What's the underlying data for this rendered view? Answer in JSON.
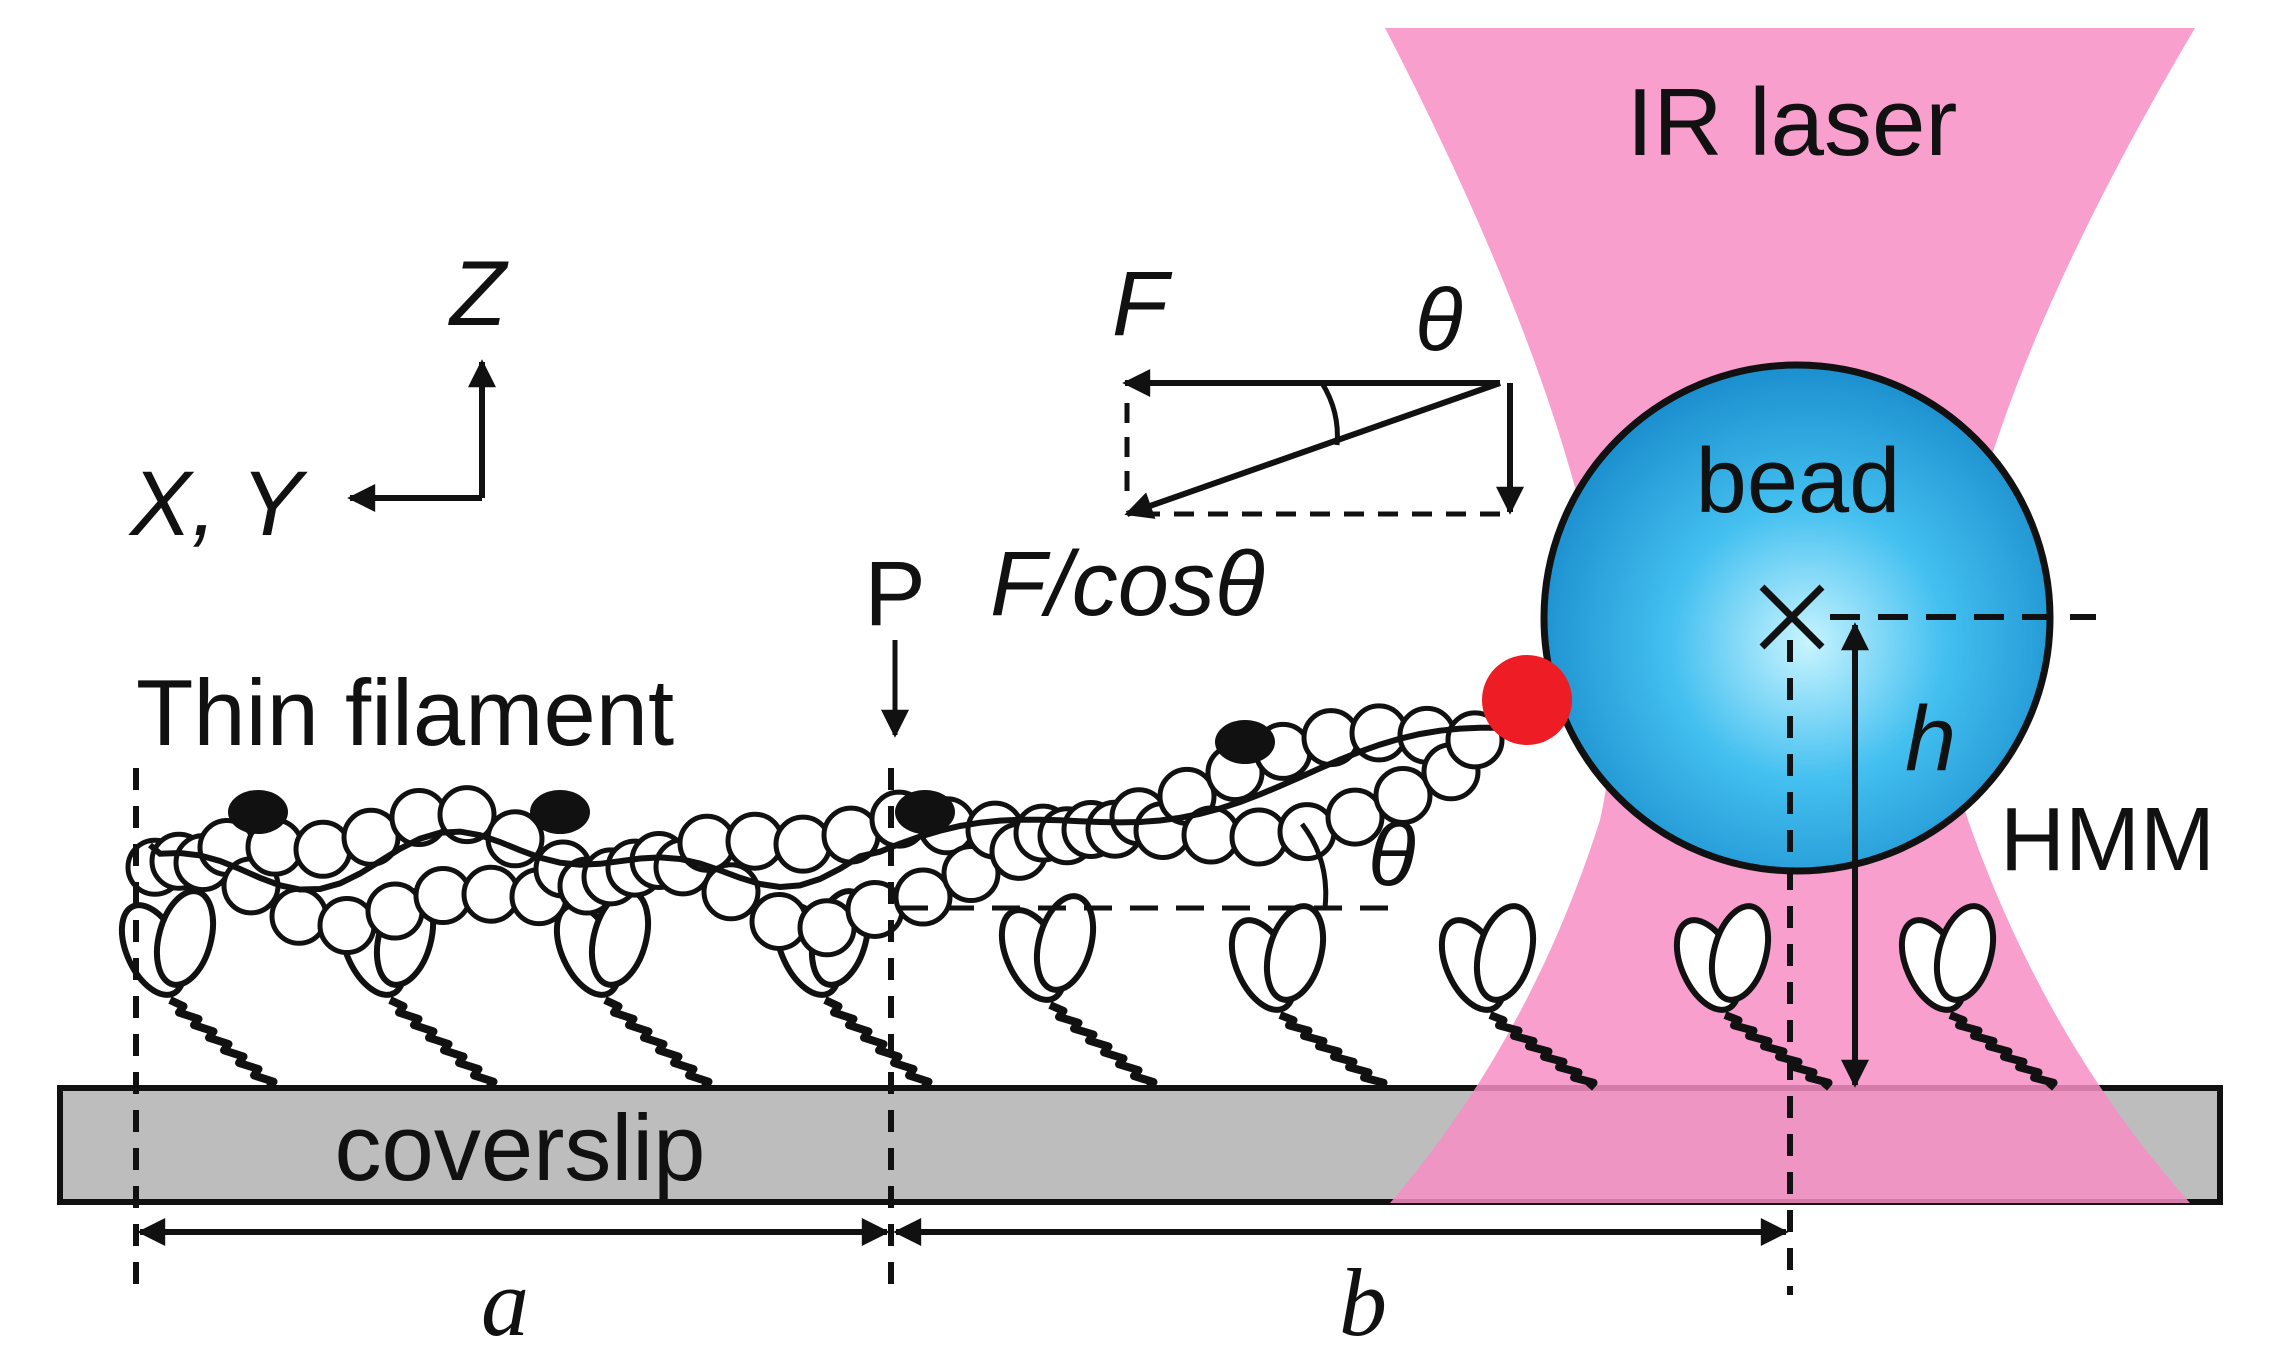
{
  "labels": {
    "ir_laser": "IR laser",
    "bead": "bead",
    "hmm": "HMM",
    "coverslip": "coverslip",
    "thin_filament": "Thin filament",
    "axis_z": "Z",
    "axis_xy": "X, Y",
    "force_f": "F",
    "force_f_cos": "F/cosθ",
    "theta_top": "θ",
    "theta_bottom": "θ",
    "point_p": "P",
    "height_h": "h",
    "dist_a": "a",
    "dist_b": "b"
  },
  "colors": {
    "laser": "#f79ac9",
    "bead_light": "#a9ecff",
    "bead_mid": "#36b7ec",
    "bead_dark": "#1486c8",
    "attachment": "#ee1c24",
    "coverslip": "#bdbdbd",
    "ink": "#111111"
  }
}
